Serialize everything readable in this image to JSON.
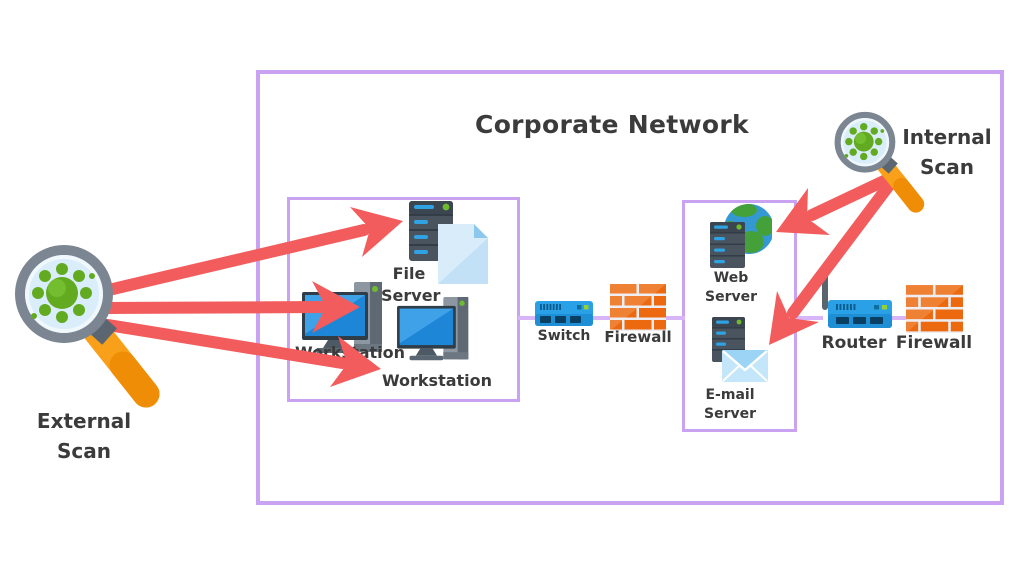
{
  "title": "Corporate Network",
  "scans": {
    "external": {
      "label": "External Scan",
      "icon": "magnifier-virus-icon"
    },
    "internal": {
      "label": "Internal Scan",
      "icon": "magnifier-virus-icon"
    }
  },
  "nodes": {
    "file_server": {
      "label": "File Server",
      "icon": "server-document-icon"
    },
    "workstation_1": {
      "label": "Workstation",
      "icon": "desktop-computer-icon"
    },
    "workstation_2": {
      "label": "Workstation",
      "icon": "desktop-computer-icon"
    },
    "switch": {
      "label": "Switch",
      "icon": "network-switch-icon"
    },
    "firewall_1": {
      "label": "Firewall",
      "icon": "brick-wall-icon"
    },
    "web_server": {
      "label": "Web Server",
      "icon": "server-globe-icon"
    },
    "email_server": {
      "label": "E-mail Server",
      "icon": "server-envelope-icon"
    },
    "router": {
      "label": "Router",
      "icon": "wireless-router-icon"
    },
    "firewall_2": {
      "label": "Firewall",
      "icon": "brick-wall-icon"
    }
  },
  "scan_arrows": [
    {
      "from": "external-scan",
      "to": "file-server"
    },
    {
      "from": "external-scan",
      "to": "workstation-1"
    },
    {
      "from": "external-scan",
      "to": "workstation-2"
    },
    {
      "from": "internal-scan",
      "to": "web-server"
    },
    {
      "from": "internal-scan",
      "to": "email-server"
    }
  ],
  "network_links": [
    {
      "from": "lan-box",
      "to": "switch"
    },
    {
      "from": "switch",
      "to": "firewall-1"
    },
    {
      "from": "firewall-1",
      "to": "server-box"
    },
    {
      "from": "server-box",
      "to": "router"
    },
    {
      "from": "router",
      "to": "firewall-2"
    }
  ],
  "colors": {
    "box_border": "#c9a3f1",
    "link_line": "#d8b5f9",
    "arrow_red": "#f25c5c",
    "firewall_orange": "#ec690f",
    "device_blue": "#2aa0e6",
    "virus_green": "#62ab20",
    "handle_orange": "#f9a01b",
    "text": "#3b3b3b"
  }
}
